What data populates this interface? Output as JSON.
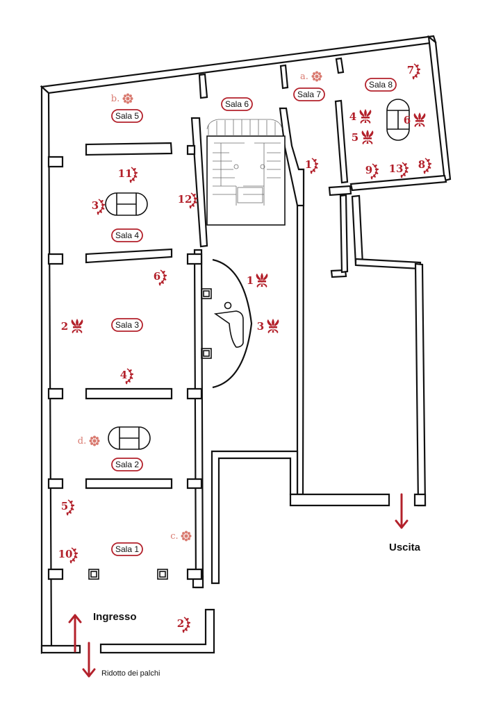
{
  "colors": {
    "accent": "#b3212b",
    "accent_light": "#d97a70",
    "ink": "#111111"
  },
  "rooms": [
    {
      "id": "sala-1",
      "label": "Sala 1"
    },
    {
      "id": "sala-2",
      "label": "Sala 2"
    },
    {
      "id": "sala-3",
      "label": "Sala 3"
    },
    {
      "id": "sala-4",
      "label": "Sala 4"
    },
    {
      "id": "sala-5",
      "label": "Sala 5"
    },
    {
      "id": "sala-6",
      "label": "Sala 6"
    },
    {
      "id": "sala-7",
      "label": "Sala 7"
    },
    {
      "id": "sala-8",
      "label": "Sala 8"
    }
  ],
  "wreath_markers": [
    "1",
    "2",
    "3",
    "4",
    "5",
    "6",
    "7",
    "8",
    "9",
    "10",
    "11",
    "12",
    "13"
  ],
  "lily_markers": [
    "1",
    "2",
    "3",
    "4",
    "5",
    "6"
  ],
  "letter_markers": [
    "a.",
    "b.",
    "c.",
    "d."
  ],
  "labels": {
    "entrance": "Ingresso",
    "exit": "Uscita",
    "foyer": "Ridotto dei palchi"
  },
  "icons": {
    "wreath": "laurel-wreath-icon",
    "lily": "florentine-lily-icon",
    "flower": "rosette-flower-icon",
    "arrow": "arrow-icon"
  }
}
